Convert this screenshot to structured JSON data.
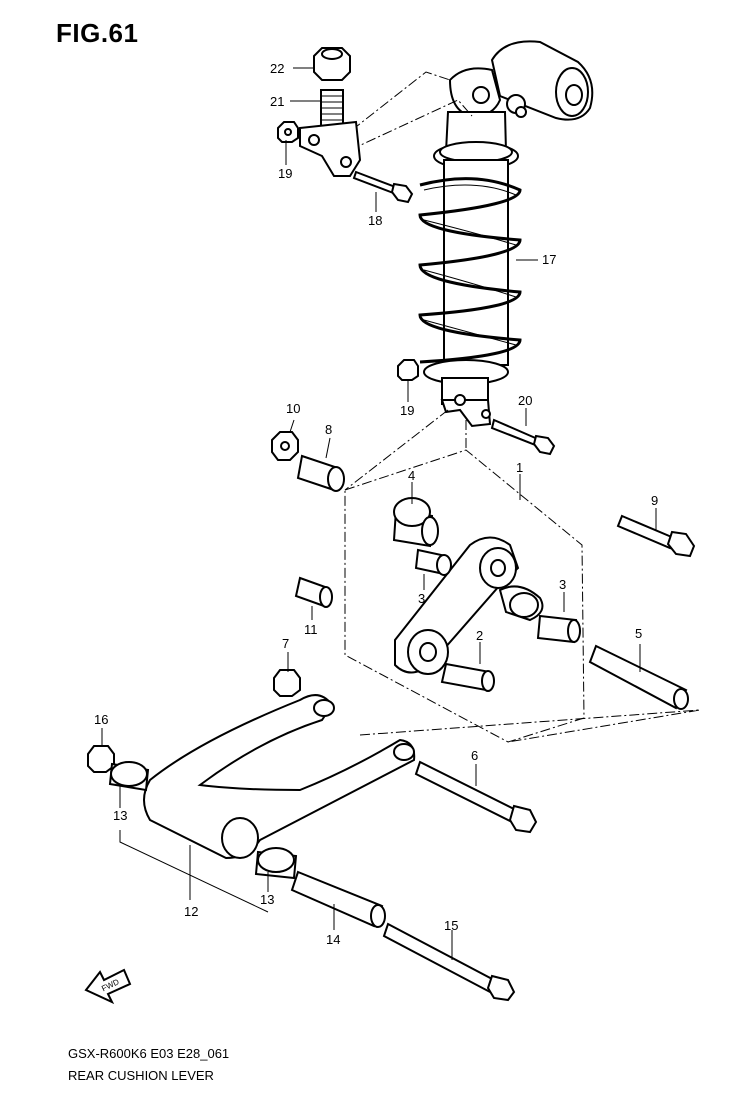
{
  "figure": {
    "title": "FIG.61",
    "model_code": "GSX-R600K6 E03 E28_061",
    "section_name": "REAR CUSHION LEVER",
    "fwd_label": "FWD"
  },
  "callouts": [
    "1",
    "2",
    "3",
    "3",
    "4",
    "5",
    "6",
    "7",
    "8",
    "9",
    "10",
    "11",
    "12",
    "13",
    "13",
    "14",
    "15",
    "16",
    "17",
    "18",
    "19",
    "19",
    "20",
    "21",
    "22"
  ]
}
